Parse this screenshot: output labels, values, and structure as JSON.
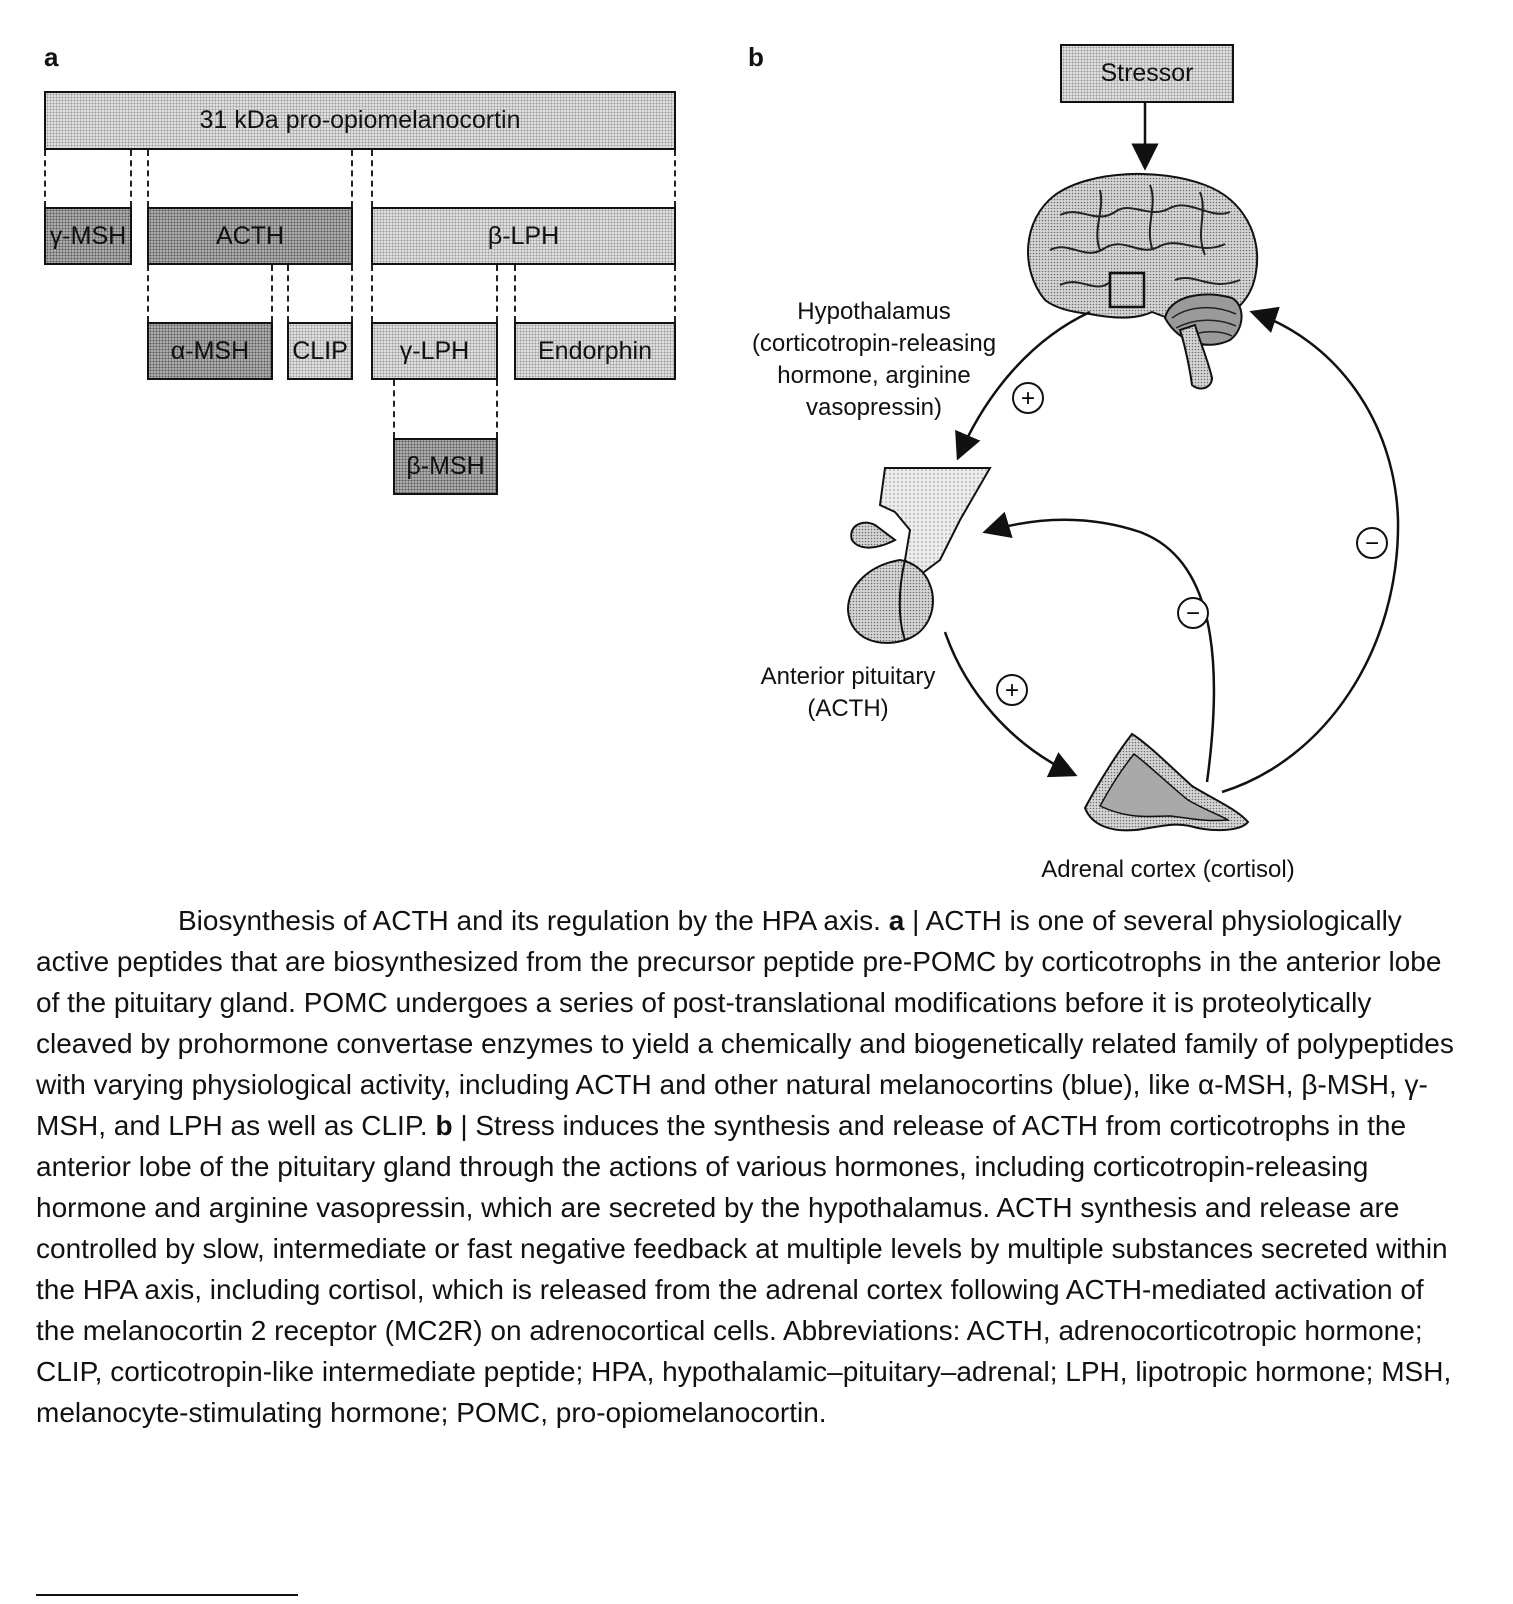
{
  "panel_a": {
    "letter": "a",
    "precursor": "31 kDa pro-opiomelanocortin",
    "peptides": {
      "gamma_msh": "γ-MSH",
      "acth": "ACTH",
      "beta_lph": "β-LPH",
      "alpha_msh": "α-MSH",
      "clip": "CLIP",
      "gamma_lph": "γ-LPH",
      "endorphin": "Endorphin",
      "beta_msh": "β-MSH"
    }
  },
  "panel_b": {
    "letter": "b",
    "stressor": "Stressor",
    "hypothalamus_label": "Hypothalamus\n(corticotropin-releasing\nhormone, arginine\nvasopressin)",
    "pituitary_label": "Anterior pituitary\n(ACTH)",
    "adrenal_label": "Adrenal cortex (cortisol)",
    "signs": {
      "plus": "+",
      "minus": "−"
    }
  },
  "caption": {
    "segments": [
      {
        "text": "Biosynthesis of ACTH and its regulation by the HPA axis. ",
        "bold": false
      },
      {
        "text": "a",
        "bold": true
      },
      {
        "text": " | ACTH is one of several physiologically active peptides that are biosynthesized from the precursor peptide pre-POMC by corticotrophs in the anterior lobe of the pituitary gland. POMC undergoes a series of post-translational modifications before it is proteolytically cleaved by prohormone convertase enzymes to yield a chemically and biogenetically related family of polypeptides with varying physiological activity, including ACTH and other natural melanocortins (blue), like α-MSH, β-MSH, γ-MSH, and LPH as well as CLIP. ",
        "bold": false
      },
      {
        "text": "b",
        "bold": true
      },
      {
        "text": " | Stress induces the synthesis and release of ACTH from corticotrophs in the anterior lobe of the pituitary gland through the actions of various hormones, including corticotropin-releasing hormone and arginine vasopressin, which are secreted by the hypothalamus. ACTH synthesis and release are controlled by slow, intermediate or fast negative feedback at multiple levels by multiple substances secreted within the HPA axis, including cortisol, which is released from the adrenal cortex following ACTH-mediated activation of the melanocortin 2 receptor (MC2R) on adrenocortical cells. Abbreviations: ACTH, adrenocorticotropic hormone; CLIP, corticotropin-like intermediate peptide; HPA, hypothalamic–pituitary–adrenal; LPH, lipotropic hormone; MSH, melanocyte-stimulating hormone; POMC, pro-opiomelanocortin.",
        "bold": false
      }
    ]
  }
}
